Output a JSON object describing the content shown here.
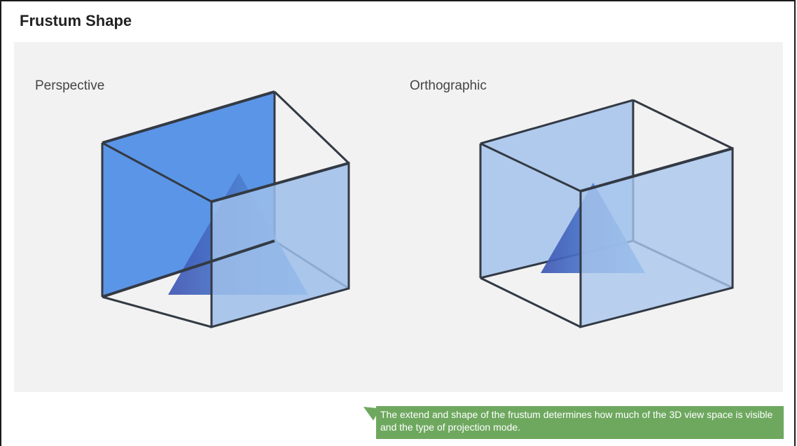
{
  "title": "Frustum Shape",
  "diagrams": {
    "perspective_label": "Perspective",
    "orthographic_label": "Orthographic"
  },
  "note": {
    "text": "The extend and shape of the frustum determines how much of the 3D view space is visible and the type of projection mode."
  },
  "colors": {
    "panel_bg": "#f2f2f2",
    "face_solid": "#4a8be6",
    "face_light": "#9dbeea",
    "edge": "#333a44",
    "note_bg": "#6ea85f"
  }
}
